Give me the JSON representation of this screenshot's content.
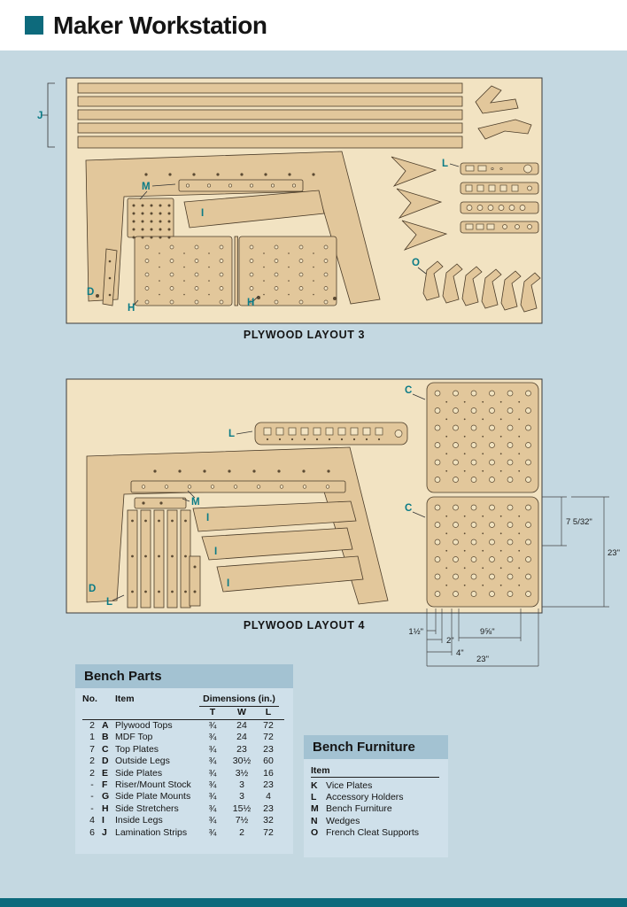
{
  "page": {
    "title": "Maker Workstation"
  },
  "diagrams": {
    "layout3": {
      "caption": "PLYWOOD LAYOUT 3",
      "labels": {
        "j": "J",
        "m": "M",
        "i": "I",
        "d": "D",
        "h1": "H",
        "h2": "H",
        "l": "L",
        "o": "O"
      }
    },
    "layout4": {
      "caption": "PLYWOOD LAYOUT 4",
      "labels": {
        "c1": "C",
        "c2": "C",
        "l_top": "L",
        "m": "M",
        "d": "D",
        "l_bottom": "L",
        "i1": "I",
        "i2": "I",
        "i3": "I"
      },
      "dims": {
        "hole_offset": "7 5/32\"",
        "plate_height": "23\"",
        "edge_margin": "1½\"",
        "hole_step_a": "2\"",
        "hole_step_b": "4\"",
        "hole_span": "9⅝\"",
        "plate_width": "23\""
      }
    }
  },
  "bench_parts": {
    "title": "Bench Parts",
    "headers": {
      "no": "No.",
      "item": "Item",
      "dims": "Dimensions (in.)",
      "t": "T",
      "w": "W",
      "l": "L"
    },
    "rows": [
      {
        "no": "2",
        "key": "A",
        "item": "Plywood Tops",
        "t": "¾",
        "w": "24",
        "l": "72"
      },
      {
        "no": "1",
        "key": "B",
        "item": "MDF Top",
        "t": "¾",
        "w": "24",
        "l": "72"
      },
      {
        "no": "7",
        "key": "C",
        "item": "Top Plates",
        "t": "¾",
        "w": "23",
        "l": "23"
      },
      {
        "no": "2",
        "key": "D",
        "item": "Outside Legs",
        "t": "¾",
        "w": "30½",
        "l": "60"
      },
      {
        "no": "2",
        "key": "E",
        "item": "Side Plates",
        "t": "¾",
        "w": "3½",
        "l": "16"
      },
      {
        "no": "-",
        "key": "F",
        "item": "Riser/Mount Stock",
        "t": "¾",
        "w": "3",
        "l": "23"
      },
      {
        "no": "-",
        "key": "G",
        "item": "Side Plate Mounts",
        "t": "¾",
        "w": "3",
        "l": "4"
      },
      {
        "no": "-",
        "key": "H",
        "item": "Side Stretchers",
        "t": "¾",
        "w": "15½",
        "l": "23"
      },
      {
        "no": "4",
        "key": "I",
        "item": "Inside Legs",
        "t": "¾",
        "w": "7½",
        "l": "32"
      },
      {
        "no": "6",
        "key": "J",
        "item": "Lamination Strips",
        "t": "¾",
        "w": "2",
        "l": "72"
      }
    ]
  },
  "bench_furniture": {
    "title": "Bench Furniture",
    "headers": {
      "item": "Item"
    },
    "rows": [
      {
        "key": "K",
        "item": "Vice Plates"
      },
      {
        "key": "L",
        "item": "Accessory Holders"
      },
      {
        "key": "M",
        "item": "Bench Furniture"
      },
      {
        "key": "N",
        "item": "Wedges"
      },
      {
        "key": "O",
        "item": "French Cleat Supports"
      }
    ]
  }
}
